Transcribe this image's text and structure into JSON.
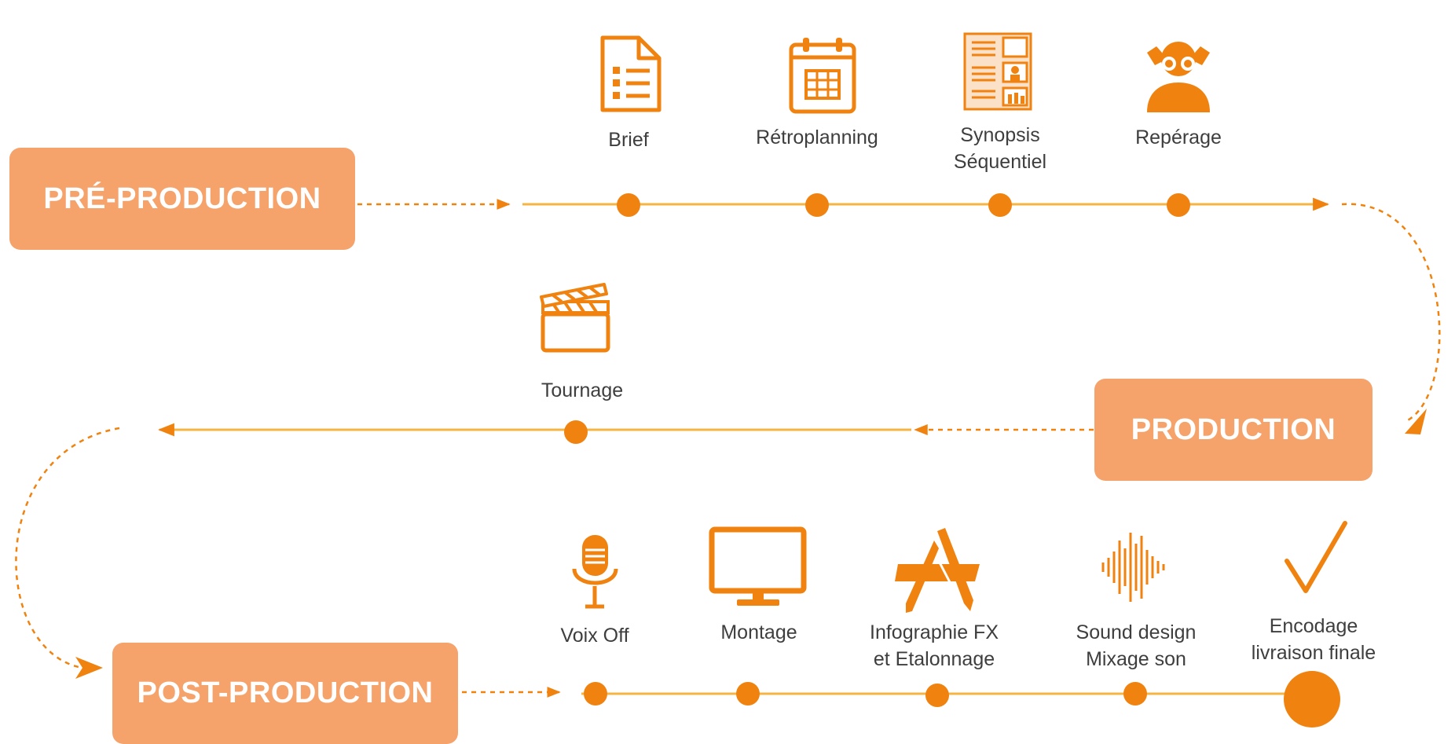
{
  "phases": {
    "pre": "PRÉ-PRODUCTION",
    "prod": "PRODUCTION",
    "post": "POST-PRODUCTION"
  },
  "steps": {
    "brief": "Brief",
    "retroplanning": "Rétroplanning",
    "synopsis": "Synopsis\nSéquentiel",
    "reperage": "Repérage",
    "tournage": "Tournage",
    "voixoff": "Voix Off",
    "montage": "Montage",
    "infographie": "Infographie FX\net Etalonnage",
    "sound": "Sound design\nMixage son",
    "encodage": "Encodage\nlivraison finale"
  },
  "icons": {
    "brief": "document-list-icon",
    "retroplanning": "calendar-icon",
    "synopsis": "storyboard-icon",
    "reperage": "binoculars-person-icon",
    "tournage": "clapperboard-icon",
    "voixoff": "microphone-icon",
    "montage": "monitor-icon",
    "infographie": "design-tools-icon",
    "sound": "sound-wave-icon",
    "encodage": "checkmark-icon"
  },
  "colors": {
    "accent": "#f0820f",
    "line": "#f6b441",
    "box": "#f5a26b",
    "text": "#3e3e3e"
  }
}
